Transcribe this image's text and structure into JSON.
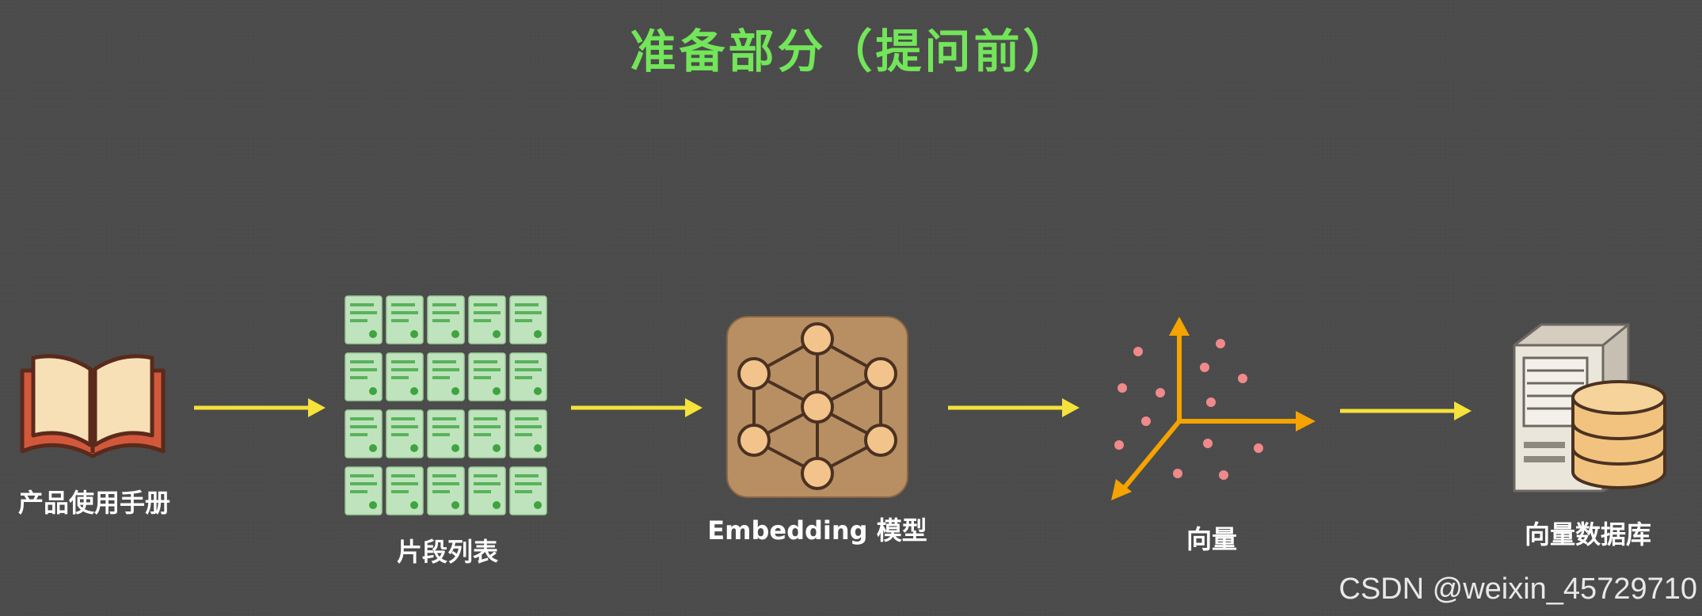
{
  "title": "准备部分（提问前）",
  "nodes": {
    "manual": "产品使用手册",
    "chunks": "片段列表",
    "model": "Embedding 模型",
    "vectors": "向量",
    "vector_db": "向量数据库"
  },
  "watermark": "CSDN @weixin_45729710",
  "colors": {
    "title": "#73e55a",
    "arrow": "#f5e23a",
    "vector_axes": "#f5a300",
    "vector_points": "#f08a8a",
    "model_tile": "#b88e63",
    "graph_node": "#f3c38c",
    "chunk_card": "#bfe3bc",
    "book_cover": "#d2583c"
  },
  "icons": [
    "book-icon",
    "chunk-grid-icon",
    "neural-graph-icon",
    "vector-space-icon",
    "database-server-icon"
  ]
}
